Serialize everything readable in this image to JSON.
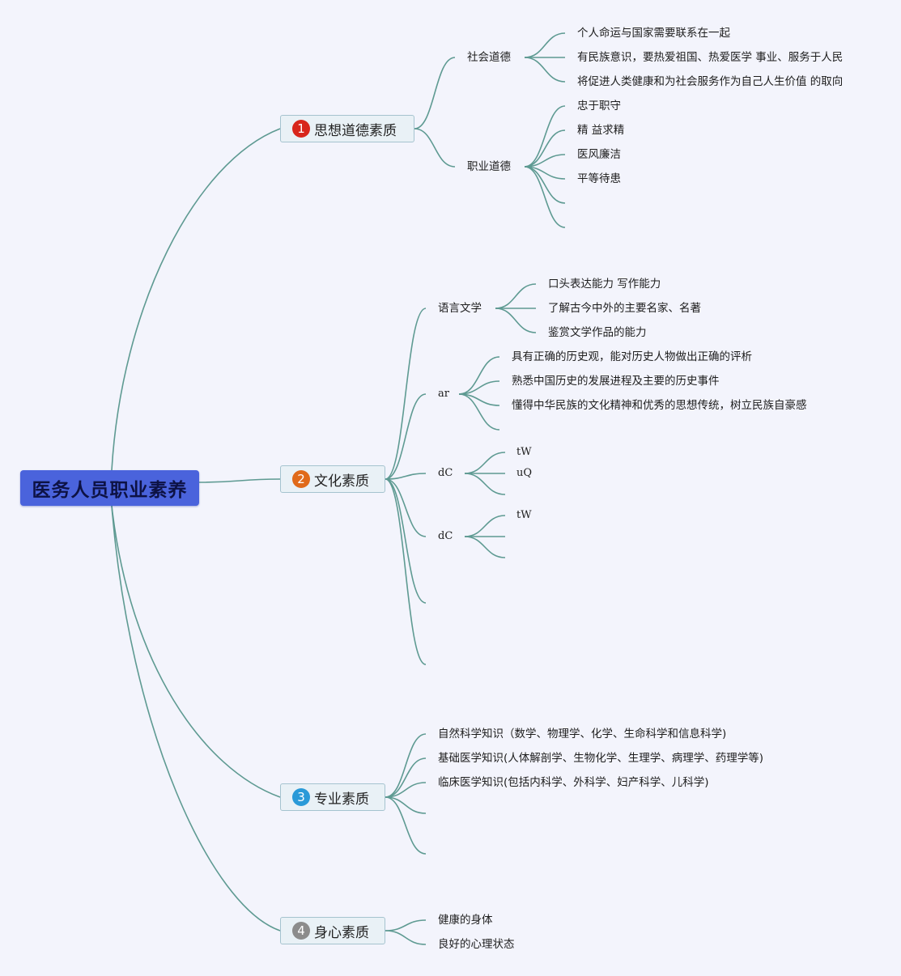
{
  "root": {
    "label": "医务人员职业素养"
  },
  "colors": {
    "link": "#5e9a92",
    "root_fill": "#4a63dc",
    "badge_1": "#d8261c",
    "badge_2": "#e06a1a",
    "badge_3": "#2a9ad8",
    "badge_4": "#8c8c8c"
  },
  "branches": [
    {
      "badge": "1",
      "label": "思想道德素质",
      "children": [
        {
          "label": "社会道德",
          "items": [
            "个人命运与国家需要联系在一起",
            "有民族意识，要热爱祖国、热爱医学 事业、服务于人民",
            "将促进人类健康和为社会服务作为自己人生价值 的取向"
          ]
        },
        {
          "label": "职业道德",
          "items": [
            "忠于职守",
            "精 益求精",
            "医风廉洁",
            "平等待患",
            "",
            ""
          ]
        }
      ]
    },
    {
      "badge": "2",
      "label": "文化素质",
      "children": [
        {
          "label": "语言文学",
          "items": [
            "口头表达能力 写作能力",
            "了解古今中外的主要名家、名著",
            "鉴赏文学作品的能力"
          ]
        },
        {
          "label": "ar",
          "items": [
            "具有正确的历史观，能对历史人物做出正确的评析",
            "熟悉中国历史的发展进程及主要的历史事件",
            "懂得中华民族的文化精神和优秀的思想传统，树立民族自豪感",
            ""
          ]
        },
        {
          "label": "dC",
          "items": [
            "tW",
            "uQ",
            ""
          ]
        },
        {
          "label": "dC",
          "items": [
            "tW",
            "",
            ""
          ]
        },
        {
          "label": "",
          "items": []
        },
        {
          "label": "",
          "items": []
        }
      ]
    },
    {
      "badge": "3",
      "label": "专业素质",
      "children": [
        {
          "label": "自然科学知识（数学、物理学、化学、生命科学和信息科学)",
          "items": []
        },
        {
          "label": "基础医学知识(人体解剖学、生物化学、生理学、病理学、药理学等)",
          "items": []
        },
        {
          "label": "临床医学知识(包括内科学、外科学、妇产科学、儿科学)",
          "items": []
        },
        {
          "label": "",
          "items": []
        },
        {
          "label": "",
          "items": []
        }
      ]
    },
    {
      "badge": "4",
      "label": "身心素质",
      "children": [
        {
          "label": "健康的身体",
          "items": []
        },
        {
          "label": "良好的心理状态",
          "items": []
        }
      ]
    }
  ]
}
